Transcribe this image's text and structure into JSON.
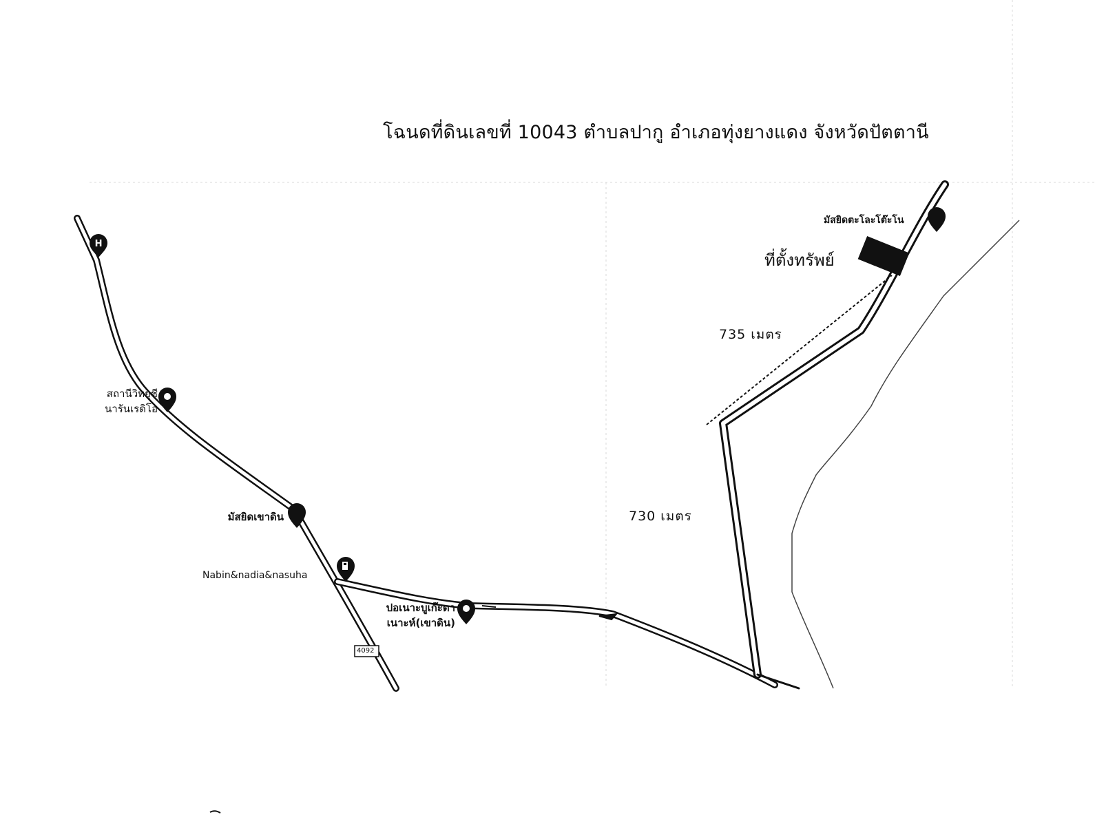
{
  "title": "โฉนดที่ดินเลขที่  10043 ตำบลปากู อำเภอทุ่งยางแดง จังหวัดปัตตานี",
  "property": {
    "label": "ที่ตั้งทรัพย์"
  },
  "places": {
    "mosque_tali": "มัสยิดตะโละโต๊ะโน",
    "radio_line1": "สถานีวิทยุชี",
    "radio_line2": "นารันเรดิโอ",
    "mosque_khaodin": "มัสยิดเขาดิน",
    "gas_station": "Nabin&nadia&nasuha",
    "pondok_line1": "ปอเนาะบูเก๊ะตา",
    "pondok_line2": "เนาะห์(เขาดิน)",
    "road_number": "4092"
  },
  "distances": {
    "d1": "735 เมตร",
    "d2": "730 เมตร"
  },
  "colors": {
    "ink": "#111111",
    "road_fill": "#ffffff"
  },
  "icons": [
    "hospital-pin-icon",
    "location-pin-icon",
    "mosque-pin-icon",
    "gas-station-pin-icon"
  ]
}
